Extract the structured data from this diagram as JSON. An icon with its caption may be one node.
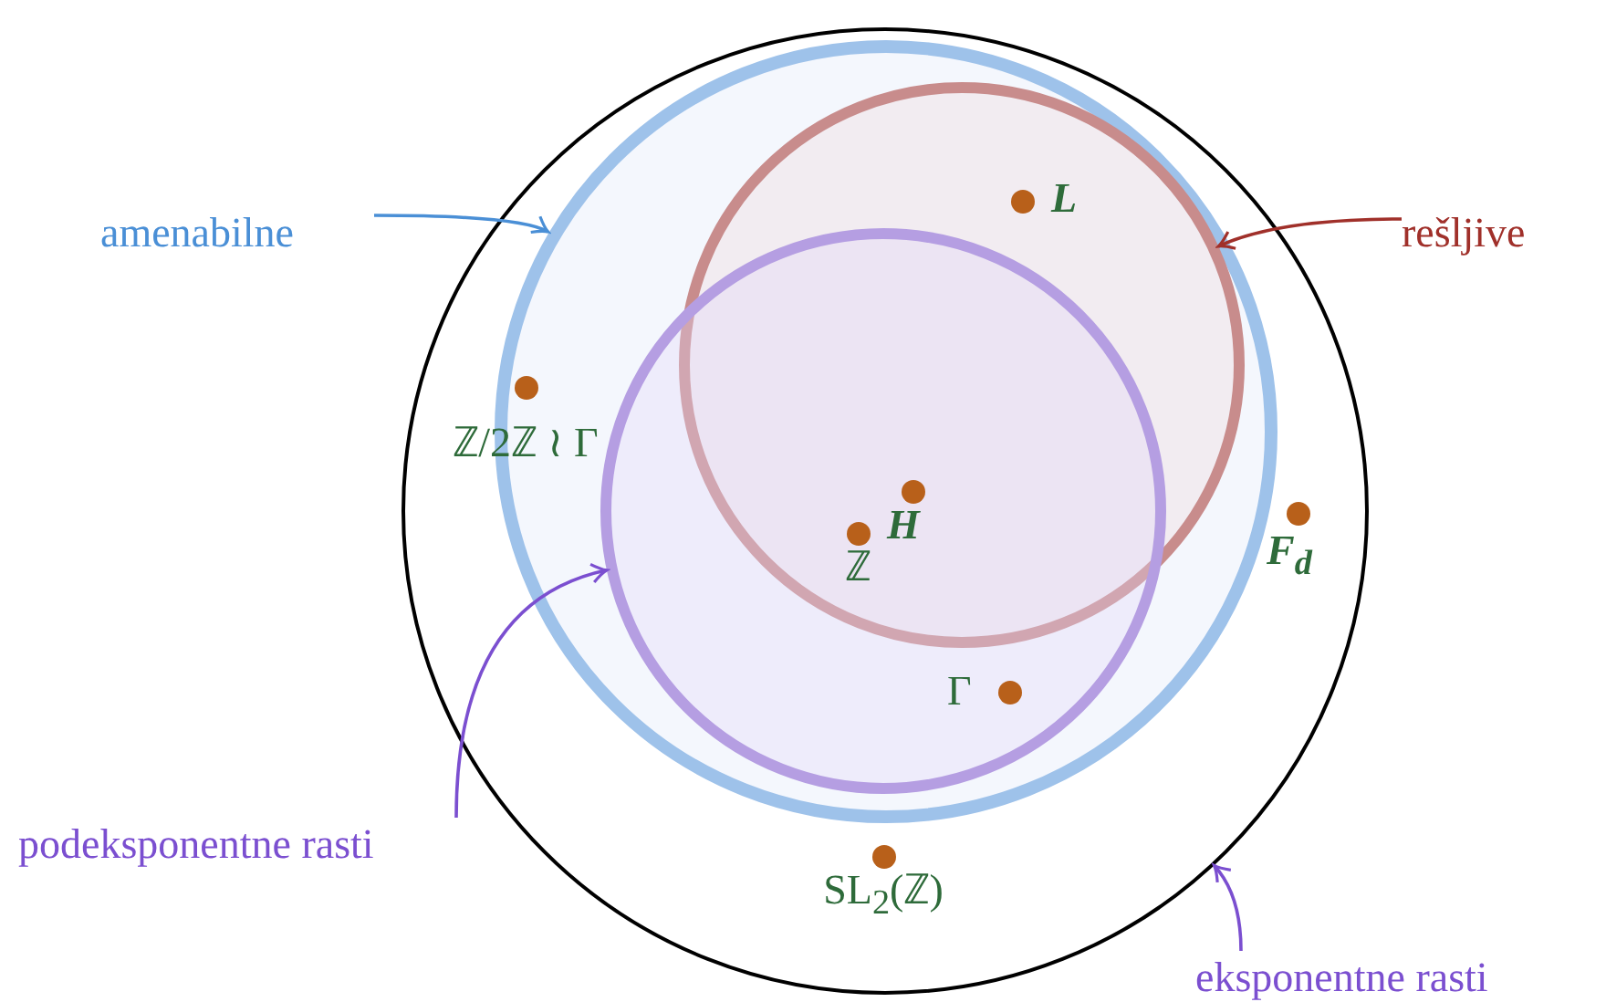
{
  "diagram": {
    "nodes": [
      {
        "text": [],
        "shape": "circle"
      },
      {
        "text": [],
        "shape": "circle",
        "in": 0
      },
      {
        "text": [],
        "shape": "circle",
        "in": 1
      },
      {
        "text": [],
        "shape": "circle",
        "in": 1
      },
      {
        "text": [
          "amenabilne"
        ]
      },
      {
        "text": [
          "rešljive"
        ]
      },
      {
        "text": [
          "L"
        ],
        "in": 2
      },
      {
        "text": [
          "ℤ/2ℤ ≀ Γ"
        ],
        "in": 1
      },
      {
        "text": [
          "H"
        ]
      },
      {
        "text": [
          "F$_{d}$"
        ],
        "in": 0
      },
      {
        "text": [
          "ℤ"
        ]
      },
      {
        "text": [
          "podeksponentne rasti"
        ]
      },
      {
        "text": [
          "Γ"
        ],
        "in": 3
      },
      {
        "text": [
          "SL$_{2}$(ℤ)"
        ],
        "in": 0
      },
      {
        "text": [
          "eksponentne rasti"
        ]
      }
    ],
    "edges": [
      {
        "from": 4,
        "to": 1,
        "arrow": "to",
        "color": "#4a8fd6"
      },
      {
        "from": 5,
        "to": 2,
        "arrow": "to",
        "color": "#a0302a"
      },
      {
        "from": 11,
        "to": 3,
        "arrow": "to"
      },
      {
        "from": 14,
        "to": 0,
        "arrow": "to"
      }
    ]
  }
}
